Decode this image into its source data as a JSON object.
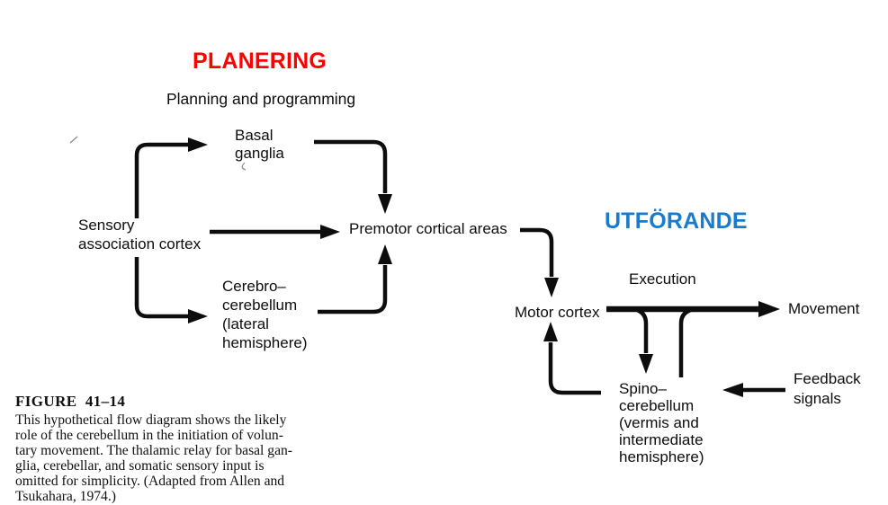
{
  "colors": {
    "planning_overlay": "#ff0000",
    "execution_overlay": "#187bcd",
    "ink": "#0d0d0d"
  },
  "overlay": {
    "planning": "PLANERING",
    "execution": "UTFÖRANDE"
  },
  "diagram": {
    "planning_heading": "Planning and programming",
    "execution_heading": "Execution",
    "nodes": {
      "sensory": "Sensory\nassociation cortex",
      "basal": "Basal\nganglia",
      "premotor": "Premotor cortical areas",
      "cerebro": "Cerebro–\ncerebellum\n(lateral\nhemisphere)",
      "motor": "Motor cortex",
      "movement": "Movement",
      "spino": "Spino–\ncerebellum\n(vermis and\nintermediate\nhemisphere)",
      "feedback": "Feedback\nsignals"
    }
  },
  "caption": {
    "title": "FIGURE  41–14",
    "body": "This hypothetical flow diagram shows the likely\nrole of the cerebellum in the initiation of volun-\ntary movement. The thalamic relay for basal gan-\nglia, cerebellar, and somatic sensory input is\nomitted for simplicity. (Adapted from Allen and\nTsukahara, 1974.)"
  }
}
